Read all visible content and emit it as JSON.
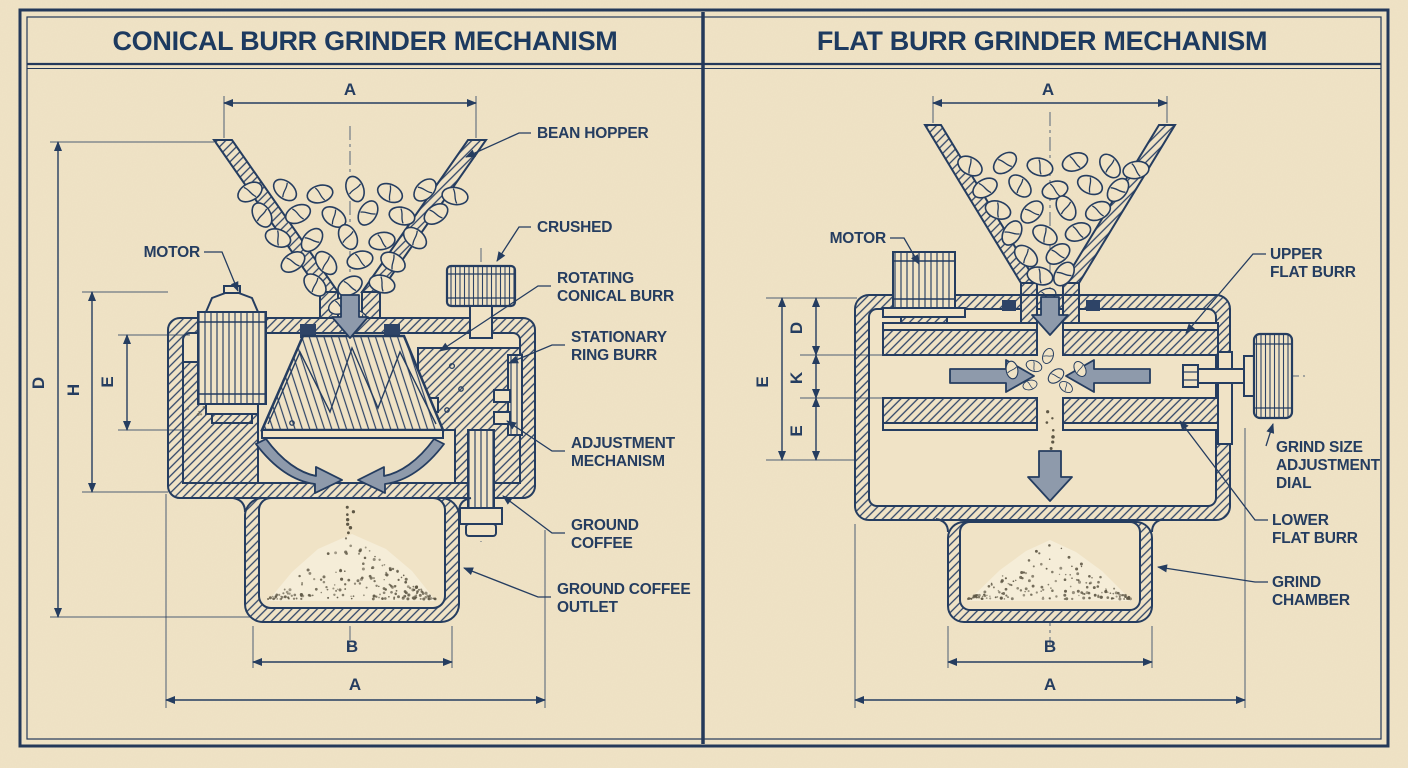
{
  "titles": {
    "left": "CONICAL BURR GRINDER MECHANISM",
    "right": "FLAT BURR GRINDER MECHANISM"
  },
  "left": {
    "labels": {
      "motor": "MOTOR",
      "bean_hopper": "BEAN HOPPER",
      "crushed": "CRUSHED",
      "rotating_burr": [
        "ROTATING",
        "CONICAL BURR"
      ],
      "stationary_burr": [
        "STATIONARY",
        "RING BURR"
      ],
      "adjustment": [
        "ADJUSTMENT",
        "MECHANISM"
      ],
      "ground_coffee": [
        "GROUND",
        "COFFEE"
      ],
      "outlet": [
        "GROUND COFFEE",
        "OUTLET"
      ]
    },
    "dims": {
      "a_top": "A",
      "d": "D",
      "h": "H",
      "e": "E",
      "b": "B",
      "a_bottom": "A"
    }
  },
  "right": {
    "labels": {
      "motor": "MOTOR",
      "upper_burr": [
        "UPPER",
        "FLAT BURR"
      ],
      "dial": [
        "GRIND SIZE",
        "ADJUSTMENT",
        "DIAL"
      ],
      "lower_burr": [
        "LOWER",
        "FLAT BURR"
      ],
      "chamber": [
        "GRIND",
        "CHAMBER"
      ]
    },
    "dims": {
      "a_top": "A",
      "e_outer": "E",
      "d": "D",
      "k": "K",
      "e_inner": "E",
      "b": "B",
      "a_bottom": "A"
    }
  },
  "colors": {
    "paper": "#f0e3c6",
    "ink": "#253d60",
    "arrow": "#8e9aab"
  }
}
